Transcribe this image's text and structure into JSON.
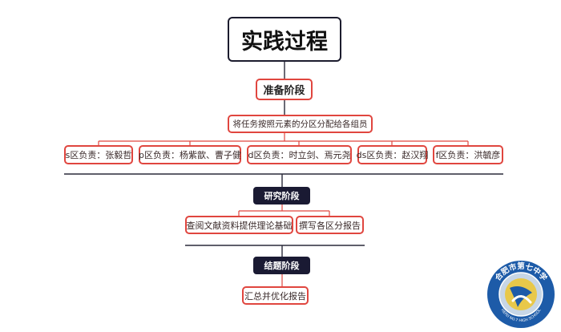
{
  "root": {
    "title": "实践过程"
  },
  "stages": [
    {
      "label": "准备阶段",
      "children": [
        {
          "label": "将任务按照元素的分区分配给各组员",
          "children": [
            "s区负责：张毅哲",
            "p区负责：杨紫歆、曹子健",
            "d区负责：时立剑、焉元尧",
            "ds区负责：赵汉翔",
            "f区负责：洪毓彦"
          ]
        }
      ]
    },
    {
      "label": "研究阶段",
      "children": [
        "查阅文献资料提供理论基础",
        "撰写各区分报告"
      ]
    },
    {
      "label": "结题阶段",
      "children": [
        "汇总并优化报告"
      ]
    }
  ],
  "logo": {
    "top_text": "合肥市第七中学",
    "bottom_text": "HEFEI NO.7 HIGH SCHOOL",
    "colors": {
      "ring": "#1d5ba8",
      "inner": "#c7d6e6",
      "accent": "#e8c84a"
    }
  },
  "colors": {
    "accent_red": "#e0463f",
    "dark_box": "#1a1a33",
    "divider": "#2a2a3a"
  }
}
